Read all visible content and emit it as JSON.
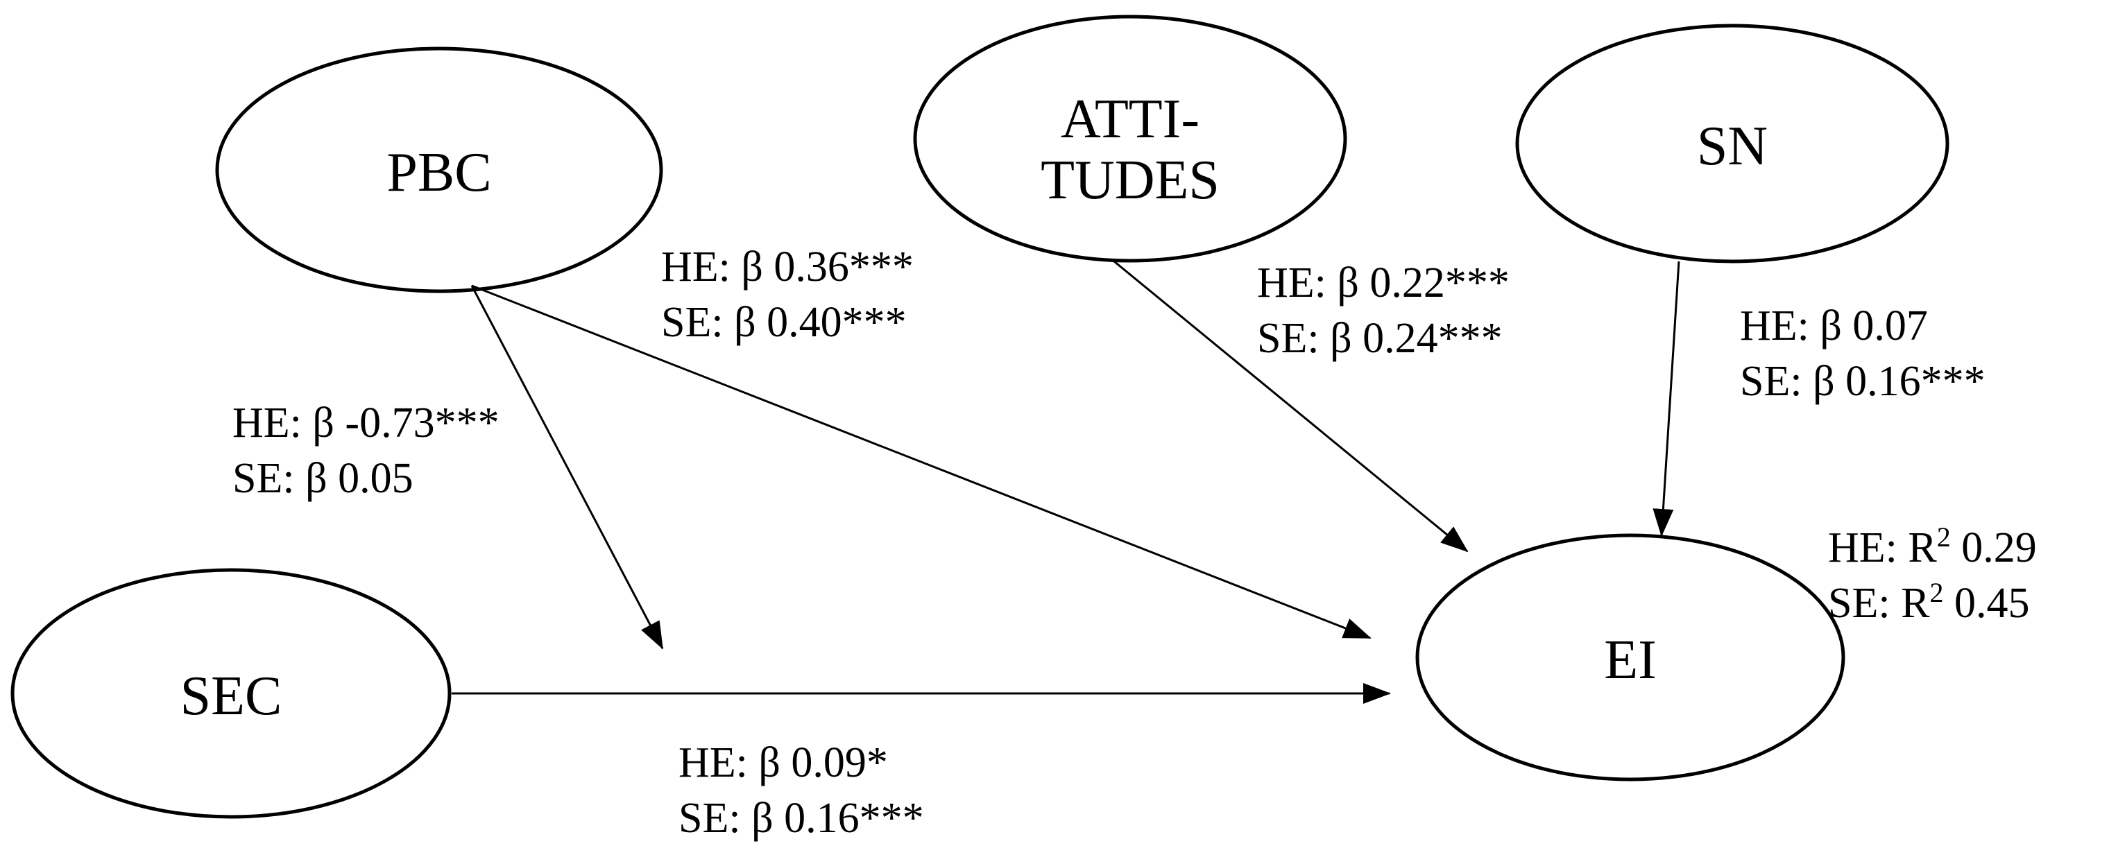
{
  "nodes": {
    "pbc": {
      "label": "PBC"
    },
    "attitudes": {
      "label_line1": "ATTI-",
      "label_line2": "TUDES"
    },
    "sn": {
      "label": "SN"
    },
    "sec": {
      "label": "SEC"
    },
    "ei": {
      "label": "EI"
    }
  },
  "paths": {
    "pbc_ei": {
      "he": "HE: β 0.36***",
      "se": "SE: β 0.40***"
    },
    "attitudes_ei": {
      "he": "HE: β 0.22***",
      "se": "SE: β 0.24***"
    },
    "sn_ei": {
      "he": "HE: β 0.07",
      "se": "SE: β 0.16***"
    },
    "pbc_sec_moderation": {
      "he": "HE: β -0.73***",
      "se": "SE: β 0.05"
    },
    "sec_ei": {
      "he": "HE: β 0.09*",
      "se": "SE: β 0.16***"
    }
  },
  "r_squared": {
    "he_prefix": "HE: R",
    "he_sup": "2",
    "he_value": " 0.29",
    "se_prefix": "SE: R",
    "se_sup": "2",
    "se_value": " 0.45"
  }
}
